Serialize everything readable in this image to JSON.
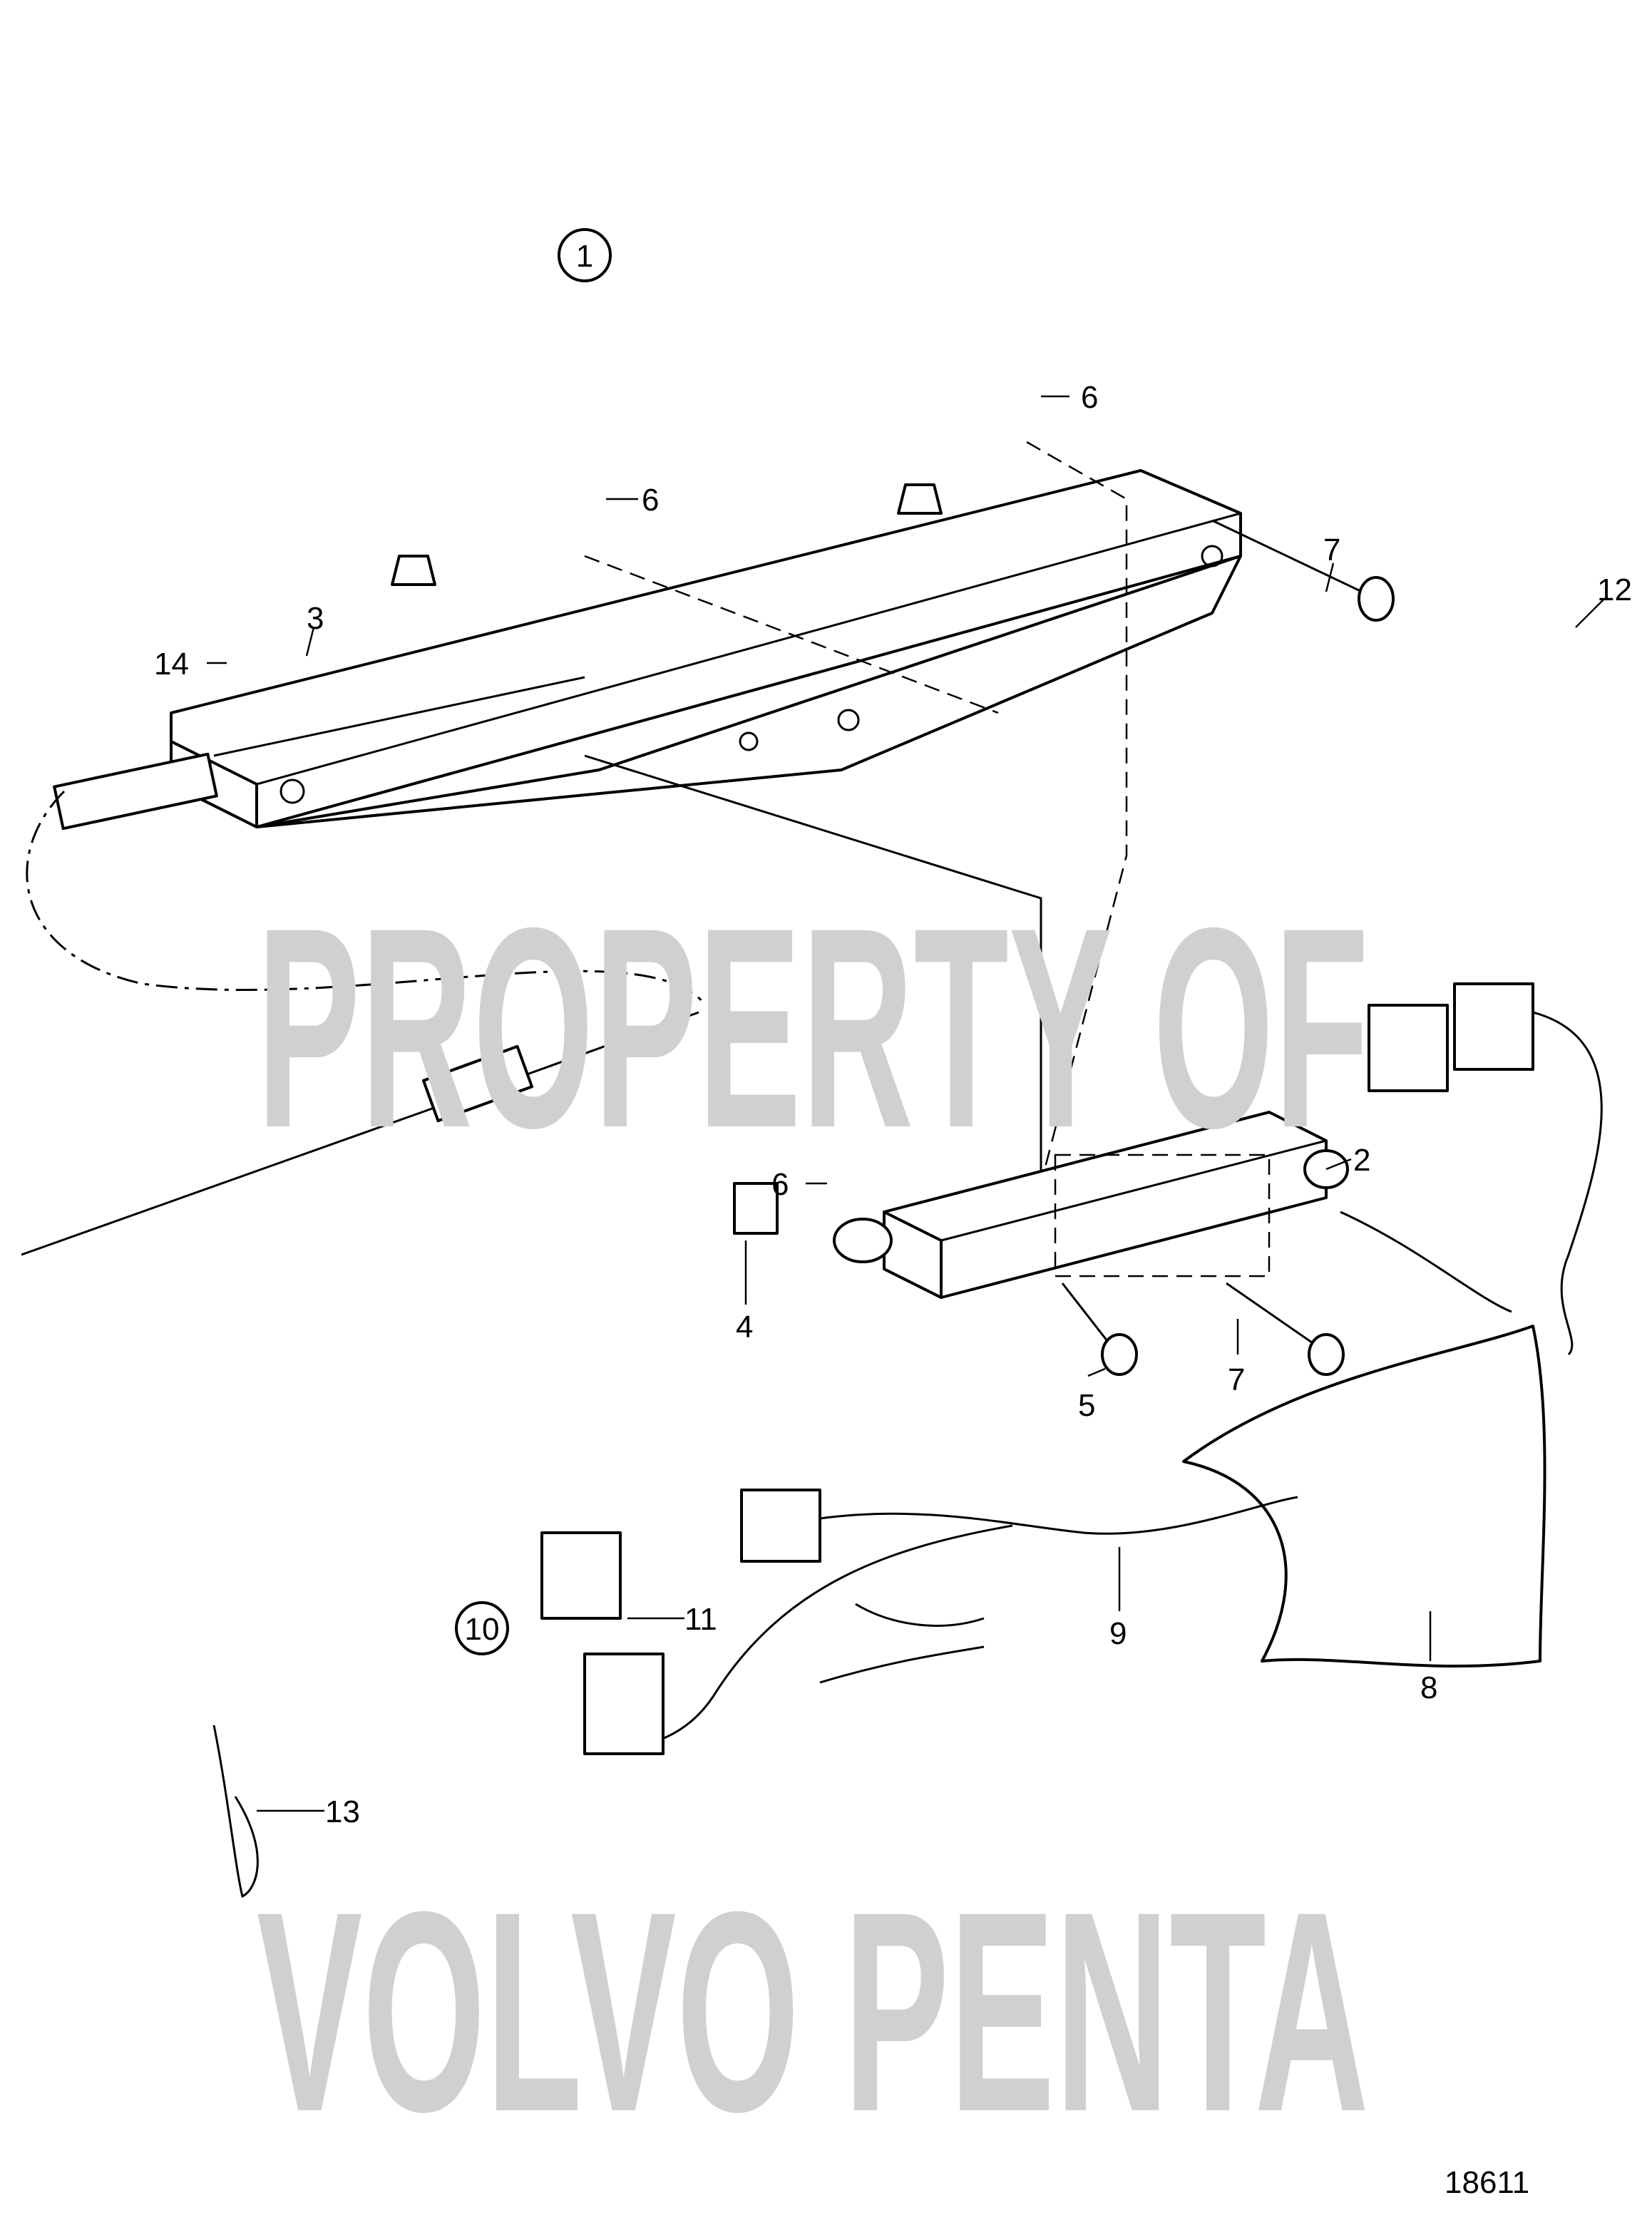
{
  "figure_number": "18611",
  "watermark": [
    "PROPERTY OF",
    "VOLVO PENTA"
  ],
  "group_markers": [
    {
      "label": "1"
    },
    {
      "label": "10"
    }
  ],
  "callouts": [
    {
      "label": "6"
    },
    {
      "label": "6"
    },
    {
      "label": "3"
    },
    {
      "label": "14"
    },
    {
      "label": "7"
    },
    {
      "label": "12"
    },
    {
      "label": "6"
    },
    {
      "label": "2"
    },
    {
      "label": "4"
    },
    {
      "label": "5"
    },
    {
      "label": "7"
    },
    {
      "label": "9"
    },
    {
      "label": "11"
    },
    {
      "label": "8"
    },
    {
      "label": "13"
    }
  ]
}
